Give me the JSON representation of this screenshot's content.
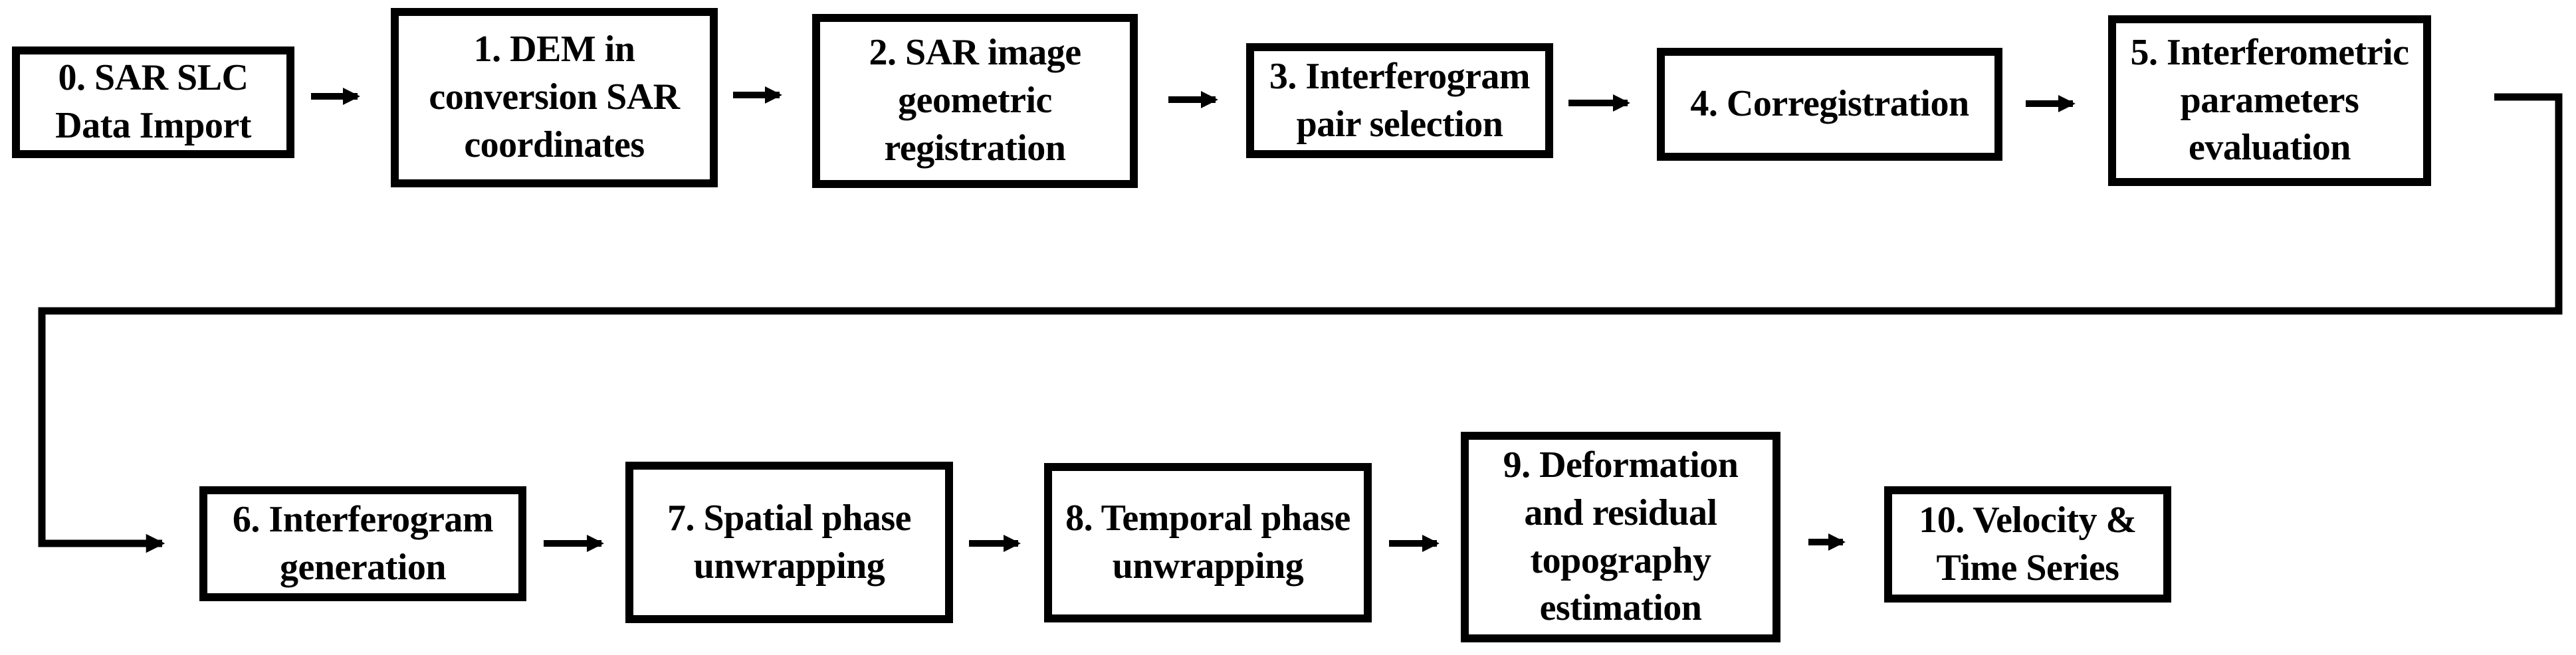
{
  "diagram": {
    "type": "flowchart",
    "background_color": "#ffffff",
    "line_color": "#000000",
    "box_border_color": "#000000",
    "text_color": "#000000",
    "steps": [
      {
        "id": "0",
        "label": "0. SAR SLC\nData Import"
      },
      {
        "id": "1",
        "label": "1. DEM in\nconversion SAR\ncoordinates"
      },
      {
        "id": "2",
        "label": "2. SAR image\ngeometric\nregistration"
      },
      {
        "id": "3",
        "label": "3. Interferogram\npair selection"
      },
      {
        "id": "4",
        "label": "4. Corregistration"
      },
      {
        "id": "5",
        "label": "5. Interferometric\nparameters\nevaluation"
      },
      {
        "id": "6",
        "label": "6. Interferogram\ngeneration"
      },
      {
        "id": "7",
        "label": "7. Spatial phase\nunwrapping"
      },
      {
        "id": "8",
        "label": "8. Temporal phase\nunwrapping"
      },
      {
        "id": "9",
        "label": "9. Deformation\nand residual\ntopography\nestimation"
      },
      {
        "id": "10",
        "label": "10. Velocity &\nTime Series"
      }
    ],
    "connections": [
      {
        "from": "0",
        "to": "1",
        "style": "straight-arrow"
      },
      {
        "from": "1",
        "to": "2",
        "style": "straight-arrow"
      },
      {
        "from": "2",
        "to": "3",
        "style": "straight-arrow"
      },
      {
        "from": "3",
        "to": "4",
        "style": "straight-arrow"
      },
      {
        "from": "4",
        "to": "5",
        "style": "straight-arrow"
      },
      {
        "from": "5",
        "to": "6",
        "style": "wrap-around-elbow-arrow"
      },
      {
        "from": "6",
        "to": "7",
        "style": "straight-arrow"
      },
      {
        "from": "7",
        "to": "8",
        "style": "straight-arrow"
      },
      {
        "from": "8",
        "to": "9",
        "style": "straight-arrow"
      },
      {
        "from": "9",
        "to": "10",
        "style": "straight-arrow"
      }
    ]
  }
}
